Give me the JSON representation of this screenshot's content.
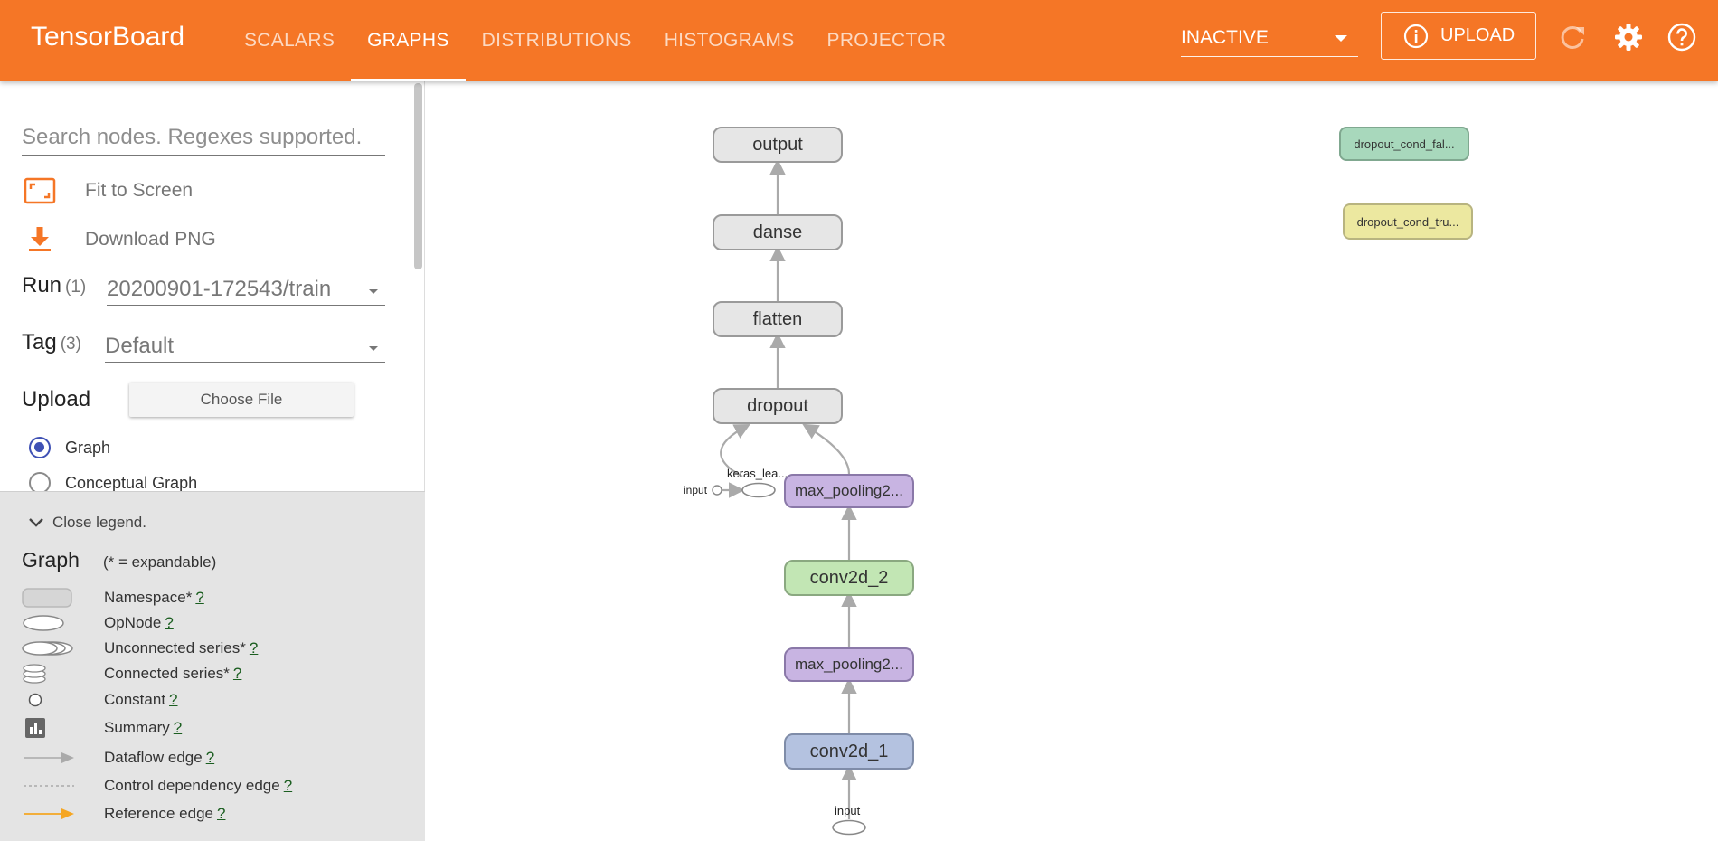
{
  "header": {
    "brand": "TensorBoard",
    "tabs": [
      {
        "label": "SCALARS",
        "active": false
      },
      {
        "label": "GRAPHS",
        "active": true
      },
      {
        "label": "DISTRIBUTIONS",
        "active": false
      },
      {
        "label": "HISTOGRAMS",
        "active": false
      },
      {
        "label": "PROJECTOR",
        "active": false
      }
    ],
    "status_select": "INACTIVE",
    "upload_label": "UPLOAD",
    "icons": [
      "info-icon",
      "refresh-icon",
      "settings-icon",
      "help-icon"
    ]
  },
  "sidebar": {
    "search_placeholder": "Search nodes. Regexes supported.",
    "fit_to_screen": "Fit to Screen",
    "download_png": "Download PNG",
    "run": {
      "label": "Run",
      "count": "(1)",
      "value": "20200901-172543/train"
    },
    "tag": {
      "label": "Tag",
      "count": "(3)",
      "value": "Default"
    },
    "upload": {
      "label": "Upload",
      "button": "Choose File"
    },
    "graph_modes": [
      {
        "label": "Graph",
        "selected": true
      },
      {
        "label": "Conceptual Graph",
        "selected": false
      }
    ]
  },
  "legend": {
    "close_label": "Close legend.",
    "title": "Graph",
    "expand_note": "(* = expandable)",
    "help_mark": "?",
    "items": [
      {
        "label": "Namespace*",
        "icon": "namespace-icon"
      },
      {
        "label": "OpNode",
        "icon": "opnode-icon"
      },
      {
        "label": "Unconnected series*",
        "icon": "unconnected-series-icon"
      },
      {
        "label": "Connected series*",
        "icon": "connected-series-icon"
      },
      {
        "label": "Constant",
        "icon": "constant-icon"
      },
      {
        "label": "Summary",
        "icon": "summary-icon"
      },
      {
        "label": "Dataflow edge",
        "icon": "dataflow-edge-icon"
      },
      {
        "label": "Control dependency edge",
        "icon": "control-dependency-edge-icon"
      },
      {
        "label": "Reference edge",
        "icon": "reference-edge-icon"
      }
    ]
  },
  "graph": {
    "nodes": {
      "output": "output",
      "danse": "danse",
      "flatten": "flatten",
      "dropout": "dropout",
      "max_pooling_a": "max_pooling2...",
      "conv2d_2": "conv2d_2",
      "max_pooling_b": "max_pooling2...",
      "conv2d_1": "conv2d_1",
      "dropout_cond_false": "dropout_cond_fal...",
      "dropout_cond_true": "dropout_cond_tru..."
    },
    "labels": {
      "keras_learning": "keras_lea...",
      "input_left": "input",
      "input_bottom": "input"
    }
  },
  "colors": {
    "accent": "#f57626",
    "radio": "#3f51b5",
    "reference_edge": "#f5a623"
  }
}
